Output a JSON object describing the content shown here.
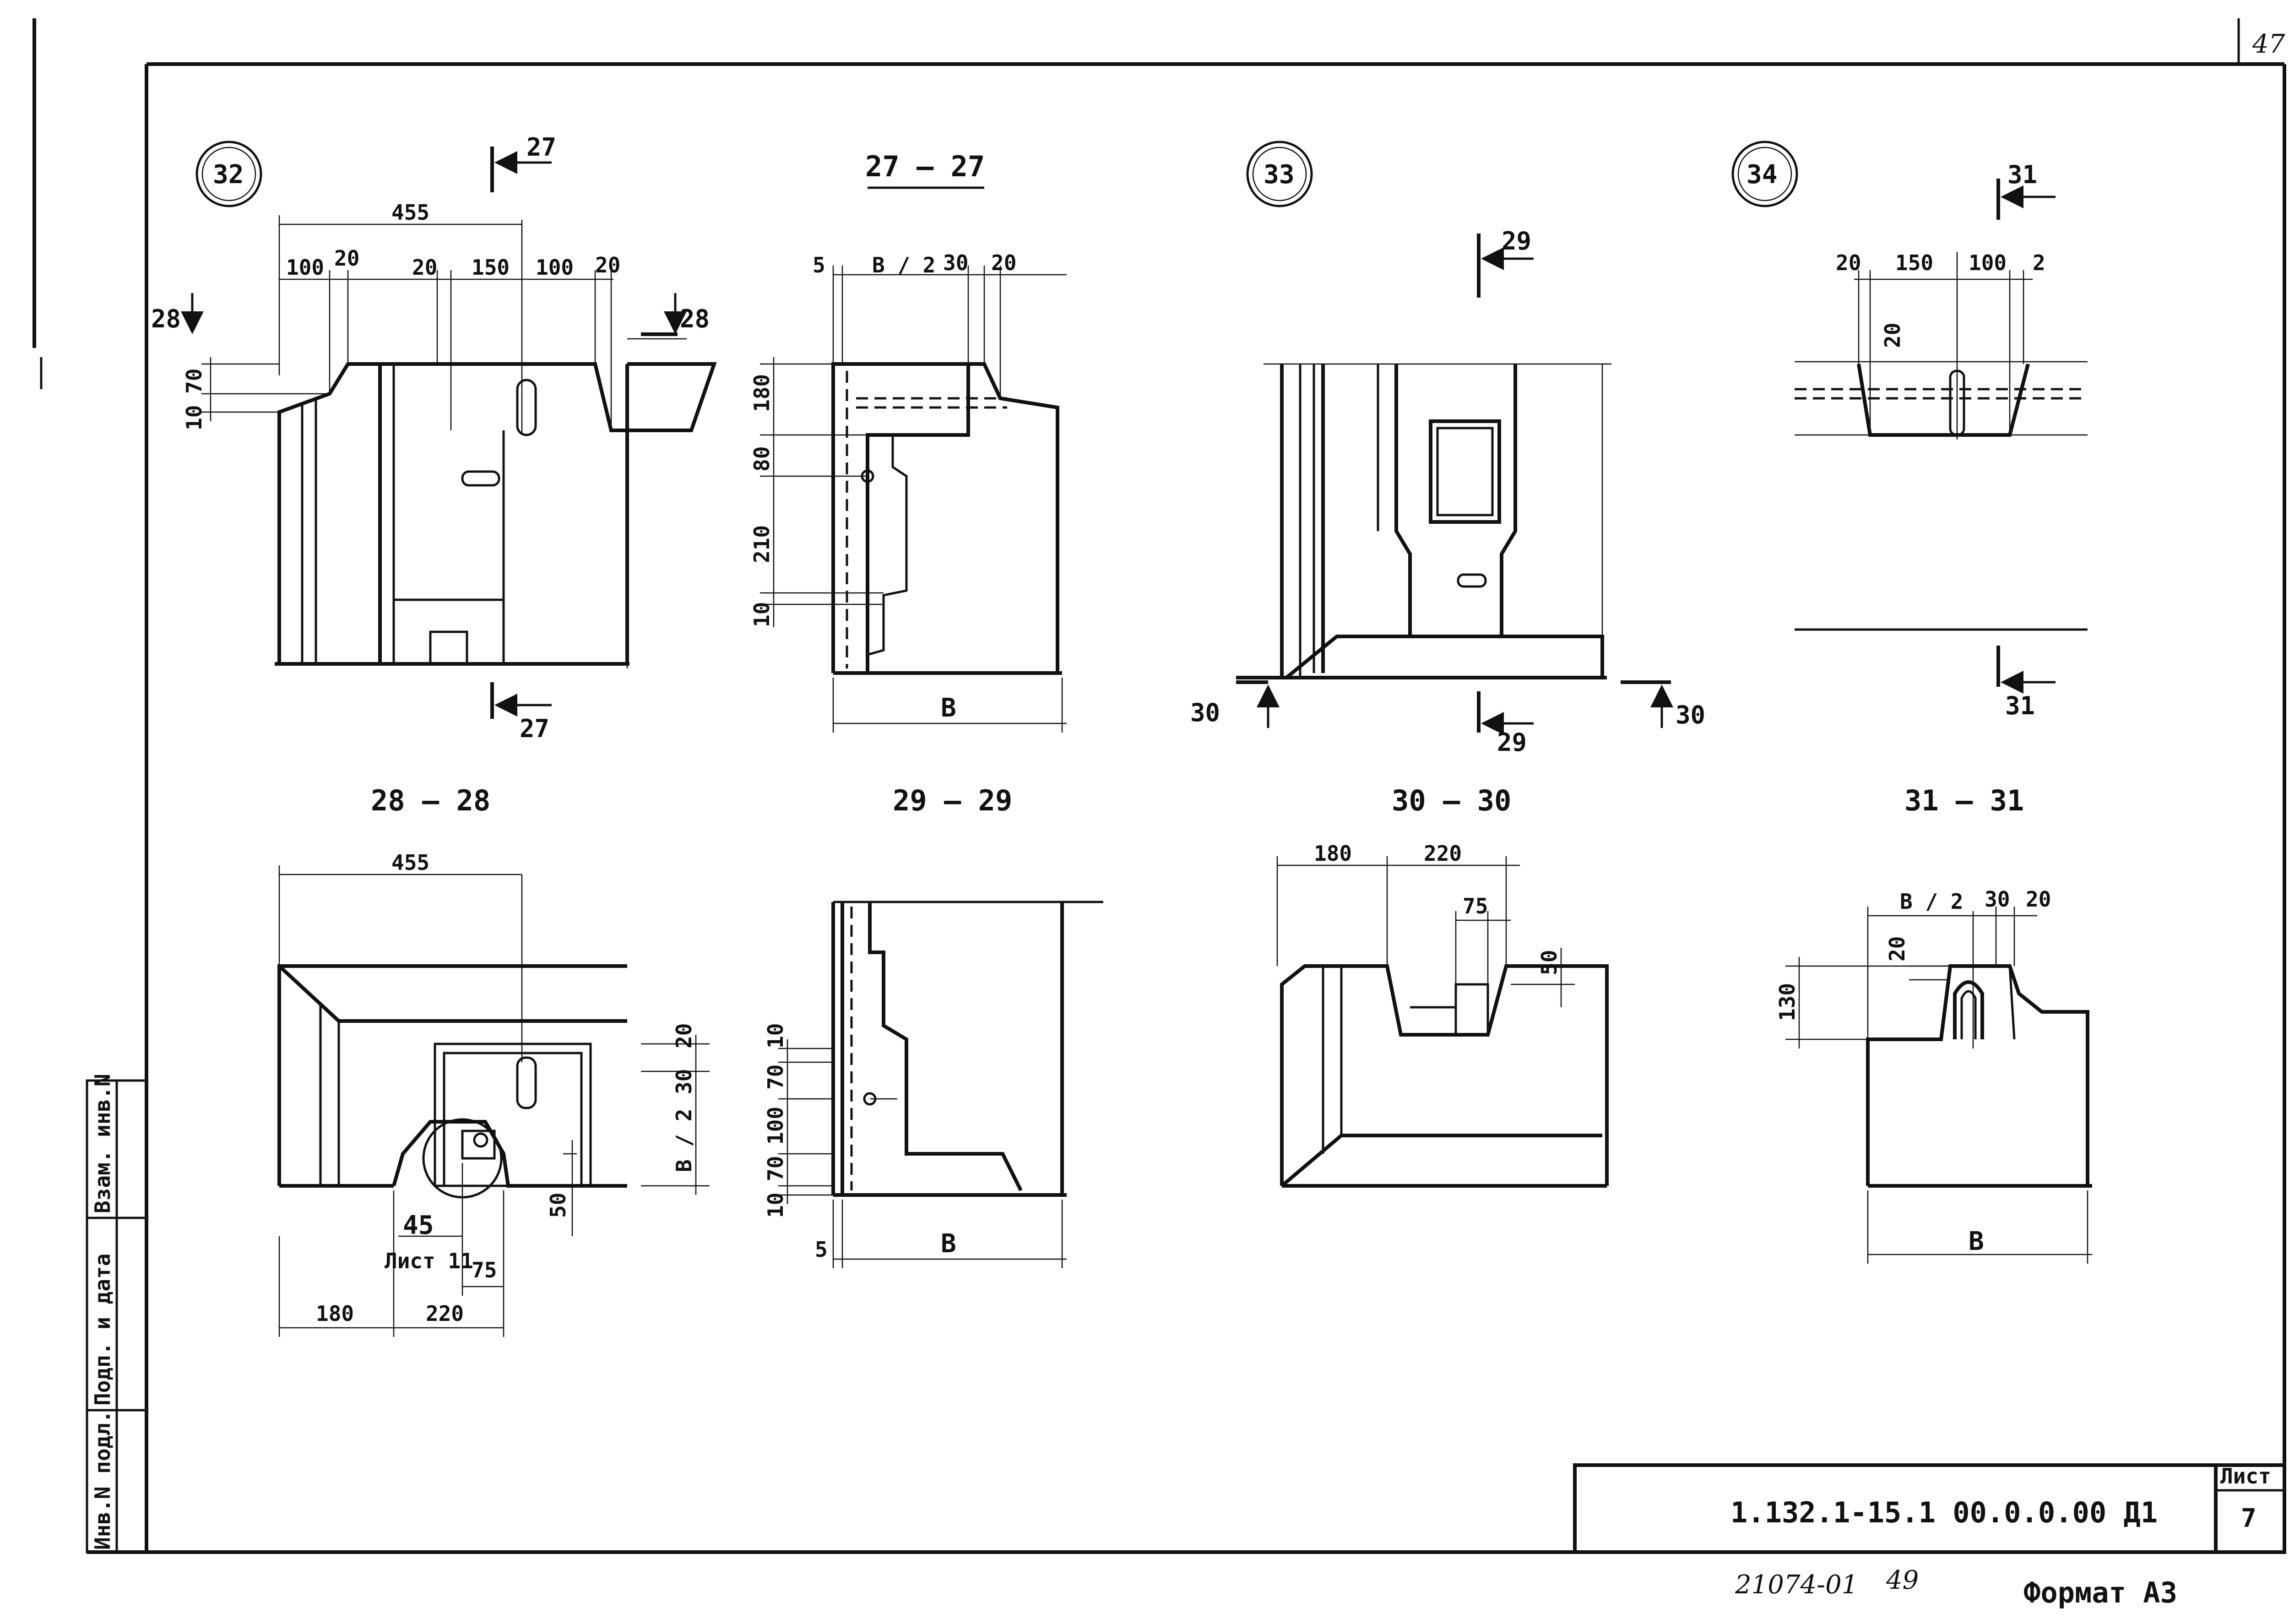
{
  "sheet": {
    "page_number": "47",
    "document_code": "1.132.1-15.1   00.0.0.00 Д1",
    "sheet_label": "Лист",
    "sheet_number": "7",
    "bottom_note": "21074-01",
    "bottom_note_2": "49",
    "format": "Формат А3"
  },
  "side_stamp": {
    "inv_podl": "Инв.N подл.",
    "podp_data": "Подп. и дата",
    "vzam_inv": "Взам. инв.N"
  },
  "views": {
    "v32": {
      "callout": "32",
      "cut_label_a": "27",
      "cut_label_b": "28",
      "d455": "455",
      "d100a": "100",
      "d20a": "20",
      "d20b": "20",
      "d150": "150",
      "d100b": "100",
      "d20c": "20",
      "d70": "70",
      "d10": "10"
    },
    "s2727": {
      "title": "27 — 27",
      "d5": "5",
      "dB2": "B / 2",
      "d30": "30",
      "d20": "20",
      "d180": "180",
      "d80": "80",
      "d210": "210",
      "d10": "10",
      "dB": "B"
    },
    "v33": {
      "callout": "33",
      "cut_label_a": "29",
      "cut_label_b": "30"
    },
    "v34": {
      "callout": "34",
      "cut_label": "31",
      "d20a": "20",
      "d150": "150",
      "d100": "100",
      "d2": "2",
      "d20b": "20"
    },
    "s2828": {
      "title": "28 — 28",
      "d455": "455",
      "d20": "20",
      "d30": "30",
      "dB2": "B / 2",
      "d50": "50",
      "ref_num": "45",
      "ref_sheet": "Лист 11",
      "d75": "75",
      "d180": "180",
      "d220": "220"
    },
    "s2929": {
      "title": "29 — 29",
      "d10a": "10",
      "d70a": "70",
      "d100": "100",
      "d70b": "70",
      "d10b": "10",
      "d5": "5",
      "dB": "B"
    },
    "s3030": {
      "title": "30 — 30",
      "d180": "180",
      "d220": "220",
      "d75": "75",
      "d50": "50"
    },
    "s3131": {
      "title": "31 — 31",
      "dB2": "B / 2",
      "d30": "30",
      "d20a": "20",
      "d20b": "20",
      "d130": "130",
      "dB": "B"
    }
  }
}
